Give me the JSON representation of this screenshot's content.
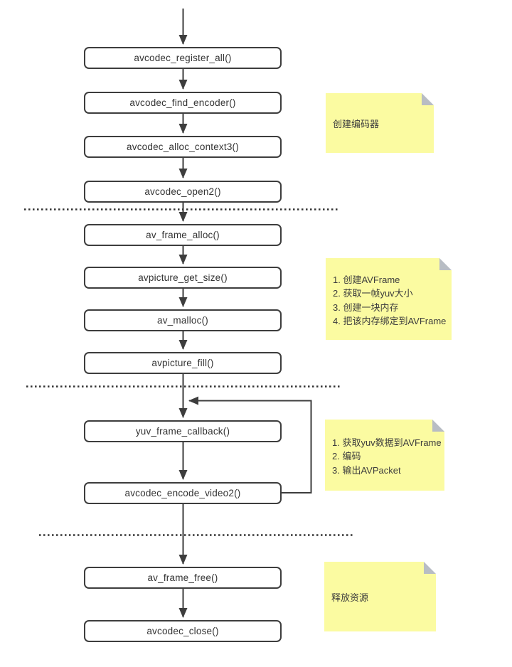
{
  "diagram": {
    "nodes": [
      {
        "label": "avcodec_register_all()"
      },
      {
        "label": "avcodec_find_encoder()"
      },
      {
        "label": "avcodec_alloc_context3()"
      },
      {
        "label": "avcodec_open2()"
      },
      {
        "label": "av_frame_alloc()"
      },
      {
        "label": "avpicture_get_size()"
      },
      {
        "label": "av_malloc()"
      },
      {
        "label": "avpicture_fill()"
      },
      {
        "label": "yuv_frame_callback()"
      },
      {
        "label": "avcodec_encode_video2()"
      },
      {
        "label": "av_frame_free()"
      },
      {
        "label": "avcodec_close()"
      }
    ],
    "notes": [
      {
        "lines": [
          "创建编码器"
        ]
      },
      {
        "lines": [
          "1. 创建AVFrame",
          "2. 获取一帧yuv大小",
          "3. 创建一块内存",
          "4. 把该内存绑定到AVFrame"
        ]
      },
      {
        "lines": [
          "1. 获取yuv数据到AVFrame",
          "2. 编码",
          "3. 输出AVPacket"
        ]
      },
      {
        "lines": [
          "释放资源"
        ]
      }
    ]
  },
  "colors": {
    "line": "#3d3d3d",
    "node-fill": "#ffffff",
    "node-border": "#3d3d3d",
    "note-fill": "#fbfba1",
    "note-fold": "#b8bdc4",
    "text": "#333333",
    "background": "#ffffff"
  }
}
